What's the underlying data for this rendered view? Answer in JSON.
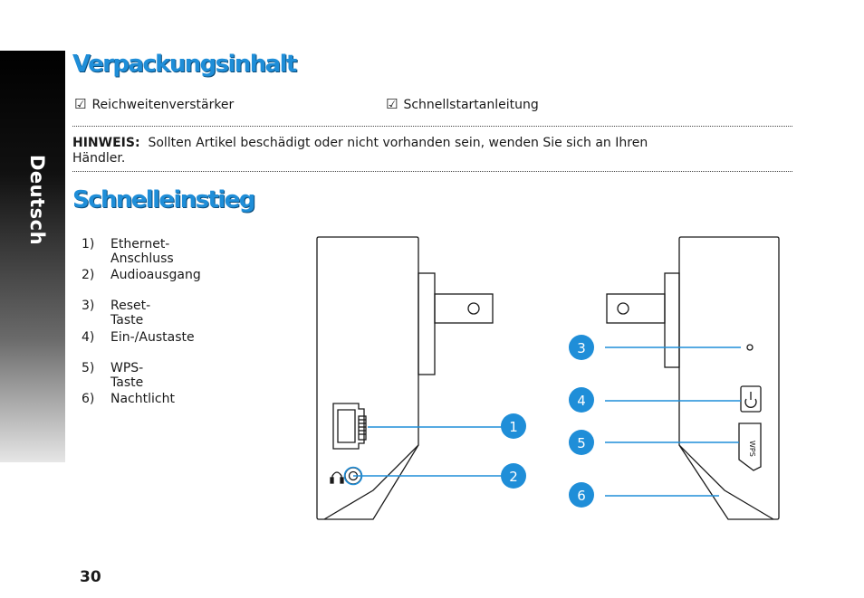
{
  "sidebar": {
    "language": "Deutsch"
  },
  "section1": {
    "title": "Verpackungsinhalt",
    "items": [
      {
        "check": "☑",
        "label": "Reichweitenverstärker"
      },
      {
        "check": "☑",
        "label": "Schnellstartanleitung"
      }
    ]
  },
  "note": {
    "label": "HINWEIS:",
    "text": "Sollten Artikel beschädigt oder nicht vorhanden sein, wenden Sie sich an Ihren Händler."
  },
  "section2": {
    "title": "Schnelleinstieg",
    "steps": [
      {
        "num": "1)",
        "label": "Ethernet-Anschluss"
      },
      {
        "num": "2)",
        "label": "Audioausgang"
      },
      {
        "num": "3)",
        "label": "Reset-Taste"
      },
      {
        "num": "4)",
        "label": "Ein-/Austaste"
      },
      {
        "num": "5)",
        "label": "WPS-Taste"
      },
      {
        "num": "6)",
        "label": "Nachtlicht"
      }
    ]
  },
  "diagram": {
    "callouts": [
      "1",
      "2",
      "3",
      "4",
      "5",
      "6"
    ],
    "wps_label": "WPS",
    "accent_color": "#1f8ed8"
  },
  "footer": {
    "page_number": "30"
  }
}
